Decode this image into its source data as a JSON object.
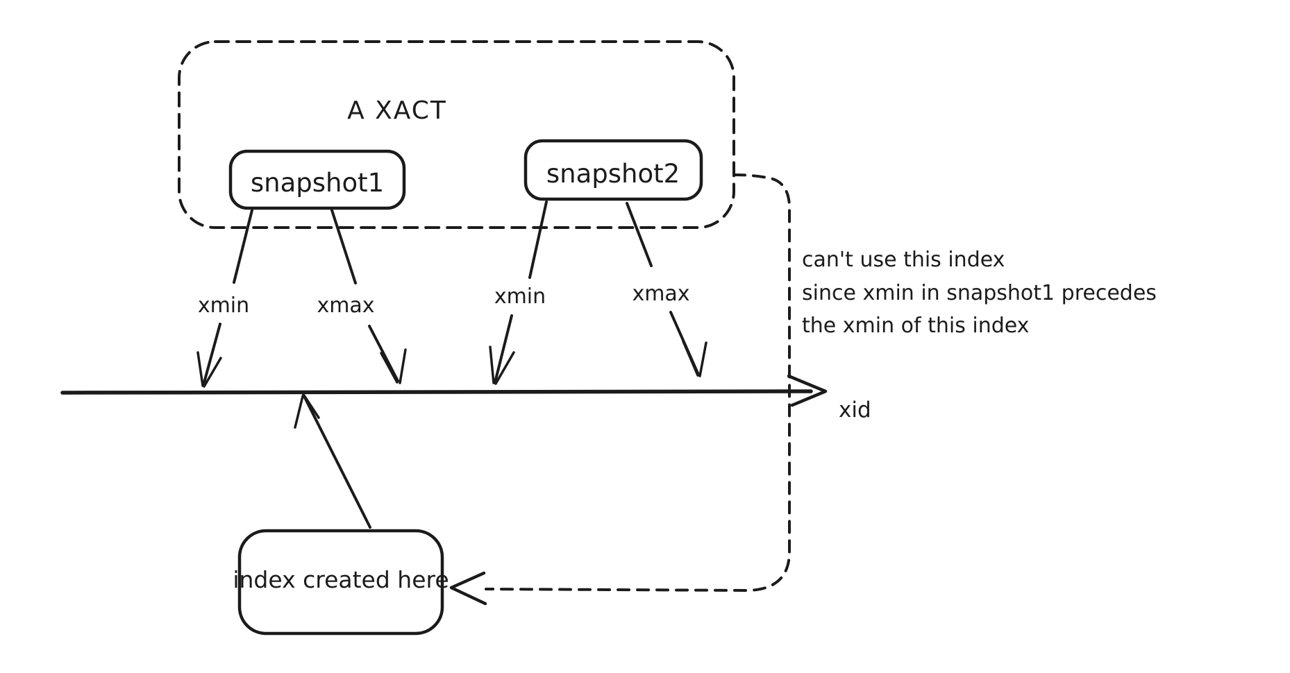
{
  "diagram": {
    "colors": {
      "ink": "#1b1b1b",
      "background": "#ffffff"
    },
    "transaction_group": {
      "label": "A XACT"
    },
    "snapshot1": {
      "label": "snapshot1"
    },
    "snapshot2": {
      "label": "snapshot2"
    },
    "arrow_labels": {
      "snapshot1_xmin": "xmin",
      "snapshot1_xmax": "xmax",
      "snapshot2_xmin": "xmin",
      "snapshot2_xmax": "xmax"
    },
    "timeline": {
      "label": "xid"
    },
    "index_box": {
      "label": "index created here"
    },
    "annotation": {
      "lines": [
        "can't use this index",
        "since xmin in snapshot1 precedes",
        "the xmin of this index"
      ]
    }
  }
}
